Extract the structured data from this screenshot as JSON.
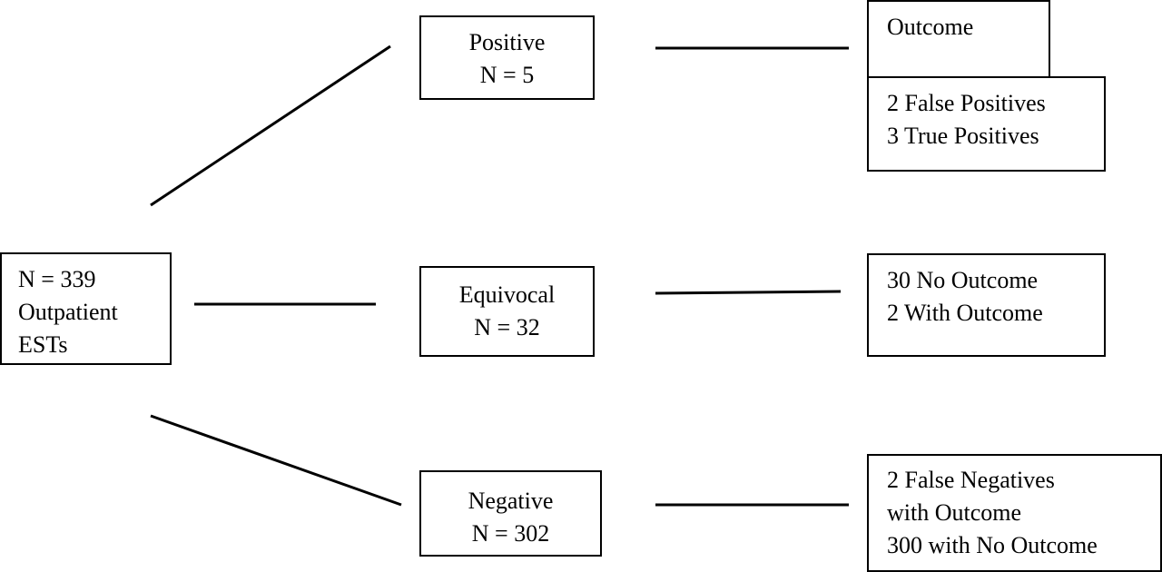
{
  "root": {
    "line1": "N = 339",
    "line2": "Outpatient",
    "line3": "ESTs"
  },
  "branches": {
    "positive": {
      "label": "Positive",
      "count": "N = 5"
    },
    "equivocal": {
      "label": "Equivocal",
      "count": "N = 32"
    },
    "negative": {
      "label": "Negative",
      "count": "N = 302"
    }
  },
  "outcomes": {
    "header": "Outcome",
    "positive": {
      "line1": "2 False Positives",
      "line2": "3 True Positives"
    },
    "equivocal": {
      "line1": "30 No Outcome",
      "line2": "2 With Outcome"
    },
    "negative": {
      "line1": "2 False Negatives",
      "line2": "with Outcome",
      "line3": "300 with No Outcome"
    }
  },
  "colors": {
    "line": "#000000",
    "background": "#ffffff"
  }
}
